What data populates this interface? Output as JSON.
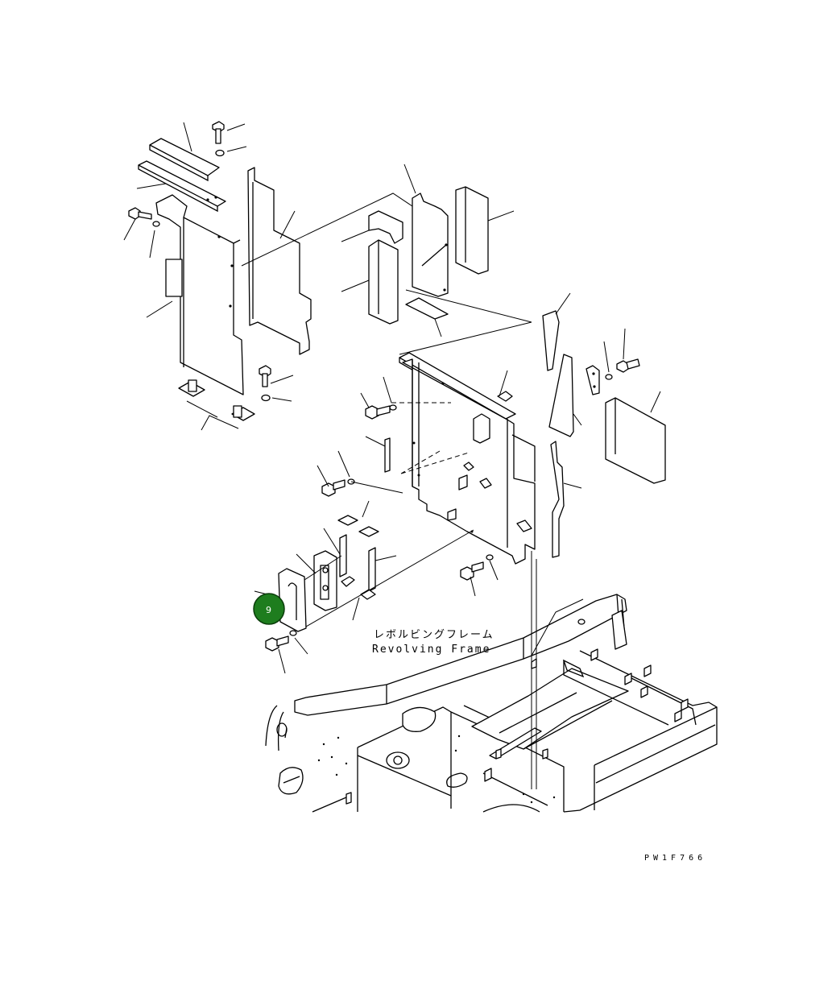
{
  "labels": {
    "frame_jp": "レボルビングフレーム",
    "frame_en": "Revolving Frame",
    "drawing_code": "PW1F766"
  },
  "callout": {
    "number": "9",
    "color": "#1e7d1e",
    "text_color": "#ffffff"
  }
}
